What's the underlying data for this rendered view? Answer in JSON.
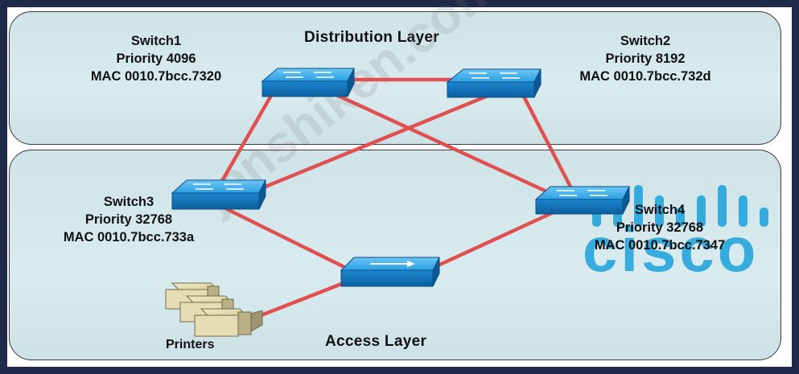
{
  "layers": {
    "distribution": "Distribution Layer",
    "access": "Access Layer"
  },
  "switches": {
    "switch1": {
      "name": "Switch1",
      "priority": "Priority 4096",
      "mac": "MAC 0010.7bcc.7320"
    },
    "switch2": {
      "name": "Switch2",
      "priority": "Priority 8192",
      "mac": "MAC 0010.7bcc.732d"
    },
    "switch3": {
      "name": "Switch3",
      "priority": "Priority 32768",
      "mac": "MAC 0010.7bcc.733a"
    },
    "switch4": {
      "name": "Switch4",
      "priority": "Priority 32768",
      "mac": "MAC 0010.7bcc.7347"
    }
  },
  "printers_label": "Printers",
  "watermark": "jpnshiken.com",
  "logo": {
    "text": "cisco",
    "color": "#0096d7"
  },
  "colors": {
    "link": "#e05050",
    "device_blue": "#1a8fd6",
    "frame": "#1f2a4a"
  }
}
